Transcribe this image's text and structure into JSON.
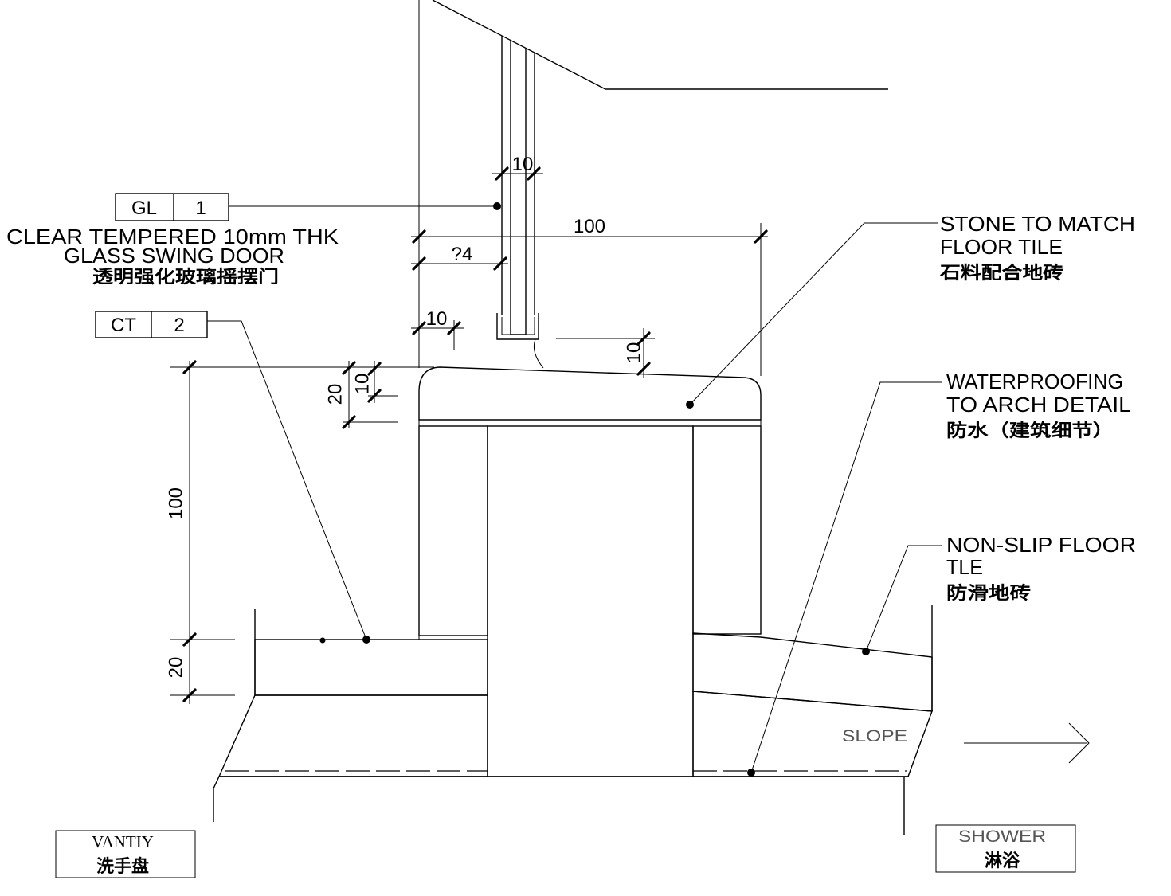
{
  "colors": {
    "line": "#000000",
    "background": "#ffffff",
    "muted_text": "#555555"
  },
  "tags": {
    "glass": {
      "code": "GL",
      "number": "1"
    },
    "counter": {
      "code": "CT",
      "number": "2"
    }
  },
  "glass_note": {
    "line1": "CLEAR TEMPERED 10mm THK",
    "line2": "GLASS SWING DOOR",
    "cn": "透明强化玻璃摇摆门"
  },
  "dimensions": {
    "glass_thickness": "10",
    "overall_width": "100",
    "glass_offset": "?4",
    "edge_setback": "10",
    "top_fall": "10",
    "stone_depth": "20",
    "nosing": "10",
    "kerb_height": "100",
    "tile_depth": "20"
  },
  "callouts": {
    "stone": {
      "line1": "STONE TO MATCH",
      "line2": "FLOOR TILE",
      "cn": "石料配合地砖"
    },
    "waterproofing": {
      "line1": "WATERPROOFING",
      "line2": "TO ARCH DETAIL",
      "cn": "防水（建筑细节）"
    },
    "non_slip": {
      "line1": "NON-SLIP FLOOR",
      "line2": "TLE",
      "cn": "防滑地砖"
    }
  },
  "slope": {
    "label": "SLOPE",
    "arrow_icon": "arrow-right-icon"
  },
  "rooms": {
    "vanity": {
      "en": "VANTIY",
      "cn": "洗手盘"
    },
    "shower": {
      "en": "SHOWER",
      "cn": "淋浴"
    }
  }
}
